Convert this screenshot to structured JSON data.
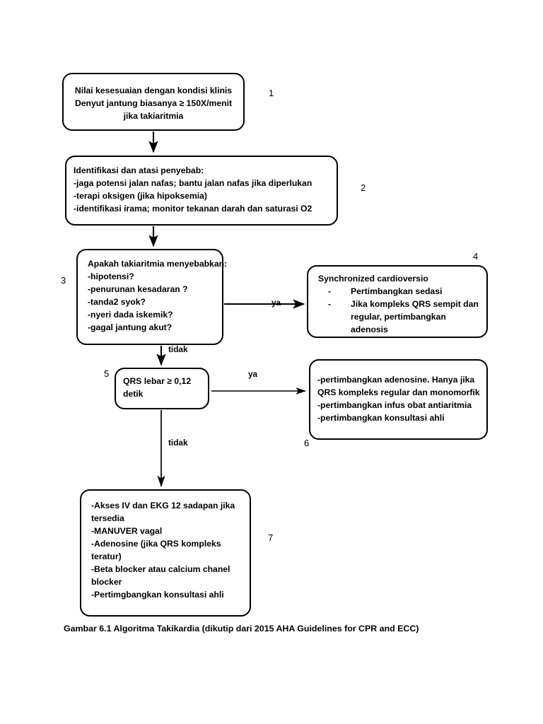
{
  "figure": {
    "caption": "Gambar 6.1 Algoritma Takikardia (dikutip dari 2015 AHA Guidelines for CPR and ECC)",
    "title": "Algoritma Takikardia",
    "source": "2015 AHA Guidelines for CPR and ECC",
    "colors": {
      "stroke": "#000000",
      "background": "#ffffff",
      "text": "#000000"
    }
  },
  "nodes": {
    "n1": {
      "number": "1",
      "lines": [
        "Nilai kesesuaian dengan kondisi klinis",
        "Denyut jantung biasanya ≥ 150X/menit",
        "jika takiaritmia"
      ]
    },
    "n2": {
      "number": "2",
      "lines": [
        "Identifikasi dan atasi penyebab:",
        " -jaga potensi jalan nafas; bantu jalan nafas jika diperlukan",
        "-terapi oksigen (jika hipoksemia)",
        "-identifikasi irama; monitor tekanan darah dan saturasi O2"
      ]
    },
    "n3": {
      "number": "3",
      "lines": [
        "Apakah takiaritmia menyebabkan:",
        "-hipotensi?",
        "-penurunan kesadaran ?",
        "-tanda2 syok?",
        "-nyeri dada iskemik?",
        "-gagal jantung akut?"
      ]
    },
    "n4": {
      "number": "4",
      "heading": "Synchronized cardioversio",
      "bullets": [
        {
          "dash": "-",
          "text": "Pertimbangkan sedasi",
          "cont": []
        },
        {
          "dash": "-",
          "text": "Jika kompleks QRS sempit dan",
          "cont": [
            "regular, pertimbangkan",
            "adenosis"
          ]
        }
      ]
    },
    "n5": {
      "number": "5",
      "lines": [
        "QRS lebar ≥ 0,12",
        "detik"
      ]
    },
    "n6": {
      "number": "6",
      "lines": [
        "-pertimbangkan adenosine. Hanya jika",
        "QRS kompleks regular dan monomorfik",
        "-pertimbangkan infus obat antiaritmia",
        "-pertimbangkan konsultasi ahli"
      ]
    },
    "n7": {
      "number": "7",
      "lines": [
        "-Akses IV dan EKG 12 sadapan jika",
        "tersedia",
        "-MANUVER vagal",
        "-Adenosine (jika QRS kompleks",
        "teratur)",
        "-Beta blocker atau calcium chanel",
        "blocker",
        "-Pertimgbangkan konsultasi ahli"
      ]
    }
  },
  "edges": {
    "e1_2": {
      "label": ""
    },
    "e2_3": {
      "label": ""
    },
    "e3_4": {
      "label": "ya"
    },
    "e3_5": {
      "label": "tidak"
    },
    "e5_6": {
      "label": "ya"
    },
    "e5_7": {
      "label": "tidak"
    }
  }
}
